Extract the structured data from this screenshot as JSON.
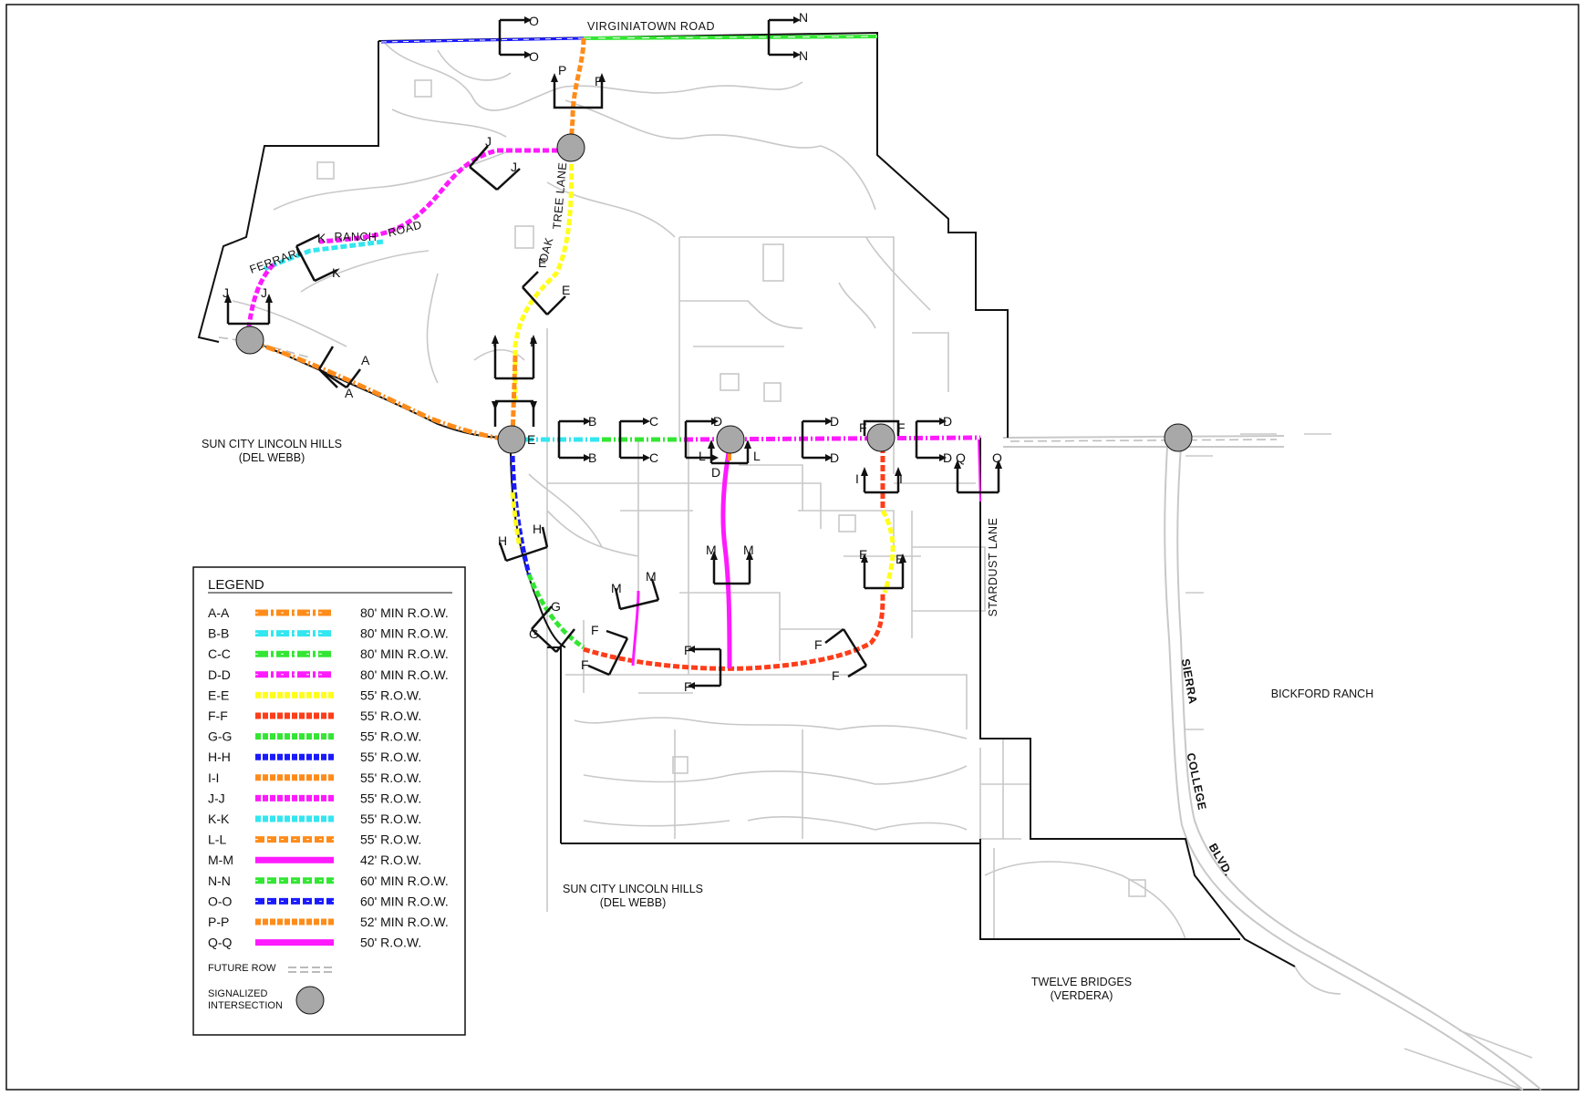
{
  "places": {
    "sun_city_west": [
      "SUN CITY LINCOLN HILLS",
      "(DEL WEBB)"
    ],
    "sun_city_south": [
      "SUN CITY LINCOLN HILLS",
      "(DEL WEBB)"
    ],
    "bickford": "BICKFORD RANCH",
    "twelve_bridges": [
      "TWELVE BRIDGES",
      "(VERDERA)"
    ]
  },
  "roads": {
    "virginiatown": "VIRGINIATOWN ROAD",
    "ferrari": "FERRARI",
    "ranch": "RANCH",
    "road": "ROAD",
    "oak": "OAK",
    "tree_lane": "TREE LANE",
    "stardust": "STARDUST LANE",
    "sierra": "SIERRA",
    "college": "COLLEGE",
    "blvd": "BLVD."
  },
  "sections": {
    "O": "O",
    "N": "N",
    "P": "P",
    "J": "J",
    "K": "K",
    "E": "E",
    "I": "I",
    "A": "A",
    "B": "B",
    "C": "C",
    "D": "D",
    "L": "L",
    "F": "F",
    "Q": "Q",
    "H": "H",
    "G": "G",
    "M": "M"
  },
  "legend": {
    "title": "LEGEND",
    "items": [
      {
        "code": "A-A",
        "row": "80' MIN R.O.W.",
        "color": "#ff8c1a",
        "style": "dashdot"
      },
      {
        "code": "B-B",
        "row": "80' MIN R.O.W.",
        "color": "#33e6f0",
        "style": "dashdot"
      },
      {
        "code": "C-C",
        "row": "80' MIN R.O.W.",
        "color": "#33e633",
        "style": "dashdot"
      },
      {
        "code": "D-D",
        "row": "80' MIN R.O.W.",
        "color": "#ff1aff",
        "style": "dashdot"
      },
      {
        "code": "E-E",
        "row": "55' R.O.W.",
        "color": "#ffff1a",
        "style": "dash"
      },
      {
        "code": "F-F",
        "row": "55' R.O.W.",
        "color": "#ff3d1a",
        "style": "dash"
      },
      {
        "code": "G-G",
        "row": "55' R.O.W.",
        "color": "#33e633",
        "style": "dash"
      },
      {
        "code": "H-H",
        "row": "55' R.O.W.",
        "color": "#1a1aff",
        "style": "dash"
      },
      {
        "code": "I-I",
        "row": "55' R.O.W.",
        "color": "#ff8c1a",
        "style": "dash"
      },
      {
        "code": "J-J",
        "row": "55' R.O.W.",
        "color": "#ff1aff",
        "style": "dash"
      },
      {
        "code": "K-K",
        "row": "55' R.O.W.",
        "color": "#33e6f0",
        "style": "dash"
      },
      {
        "code": "L-L",
        "row": "55' R.O.W.",
        "color": "#ff8c1a",
        "style": "slash"
      },
      {
        "code": "M-M",
        "row": "42' R.O.W.",
        "color": "#ff1aff",
        "style": "solid"
      },
      {
        "code": "N-N",
        "row": "60' MIN R.O.W.",
        "color": "#33e633",
        "style": "slash"
      },
      {
        "code": "O-O",
        "row": "60' MIN R.O.W.",
        "color": "#1a1aff",
        "style": "slash"
      },
      {
        "code": "P-P",
        "row": "52' MIN R.O.W.",
        "color": "#ff8c1a",
        "style": "dash"
      },
      {
        "code": "Q-Q",
        "row": "50' R.O.W.",
        "color": "#ff1aff",
        "style": "solid"
      }
    ],
    "future_row": "FUTURE ROW",
    "signalized": [
      "SIGNALIZED",
      "INTERSECTION"
    ]
  },
  "colors": {
    "parcel_gray": "#c8c8c8",
    "boundary": "#111111",
    "signal_fill": "#a8a8a8",
    "orange": "#ff8c1a",
    "cyan": "#33e6f0",
    "green": "#33e633",
    "magenta": "#ff1aff",
    "yellow": "#ffff1a",
    "red": "#ff3d1a",
    "blue": "#1a1aff"
  }
}
